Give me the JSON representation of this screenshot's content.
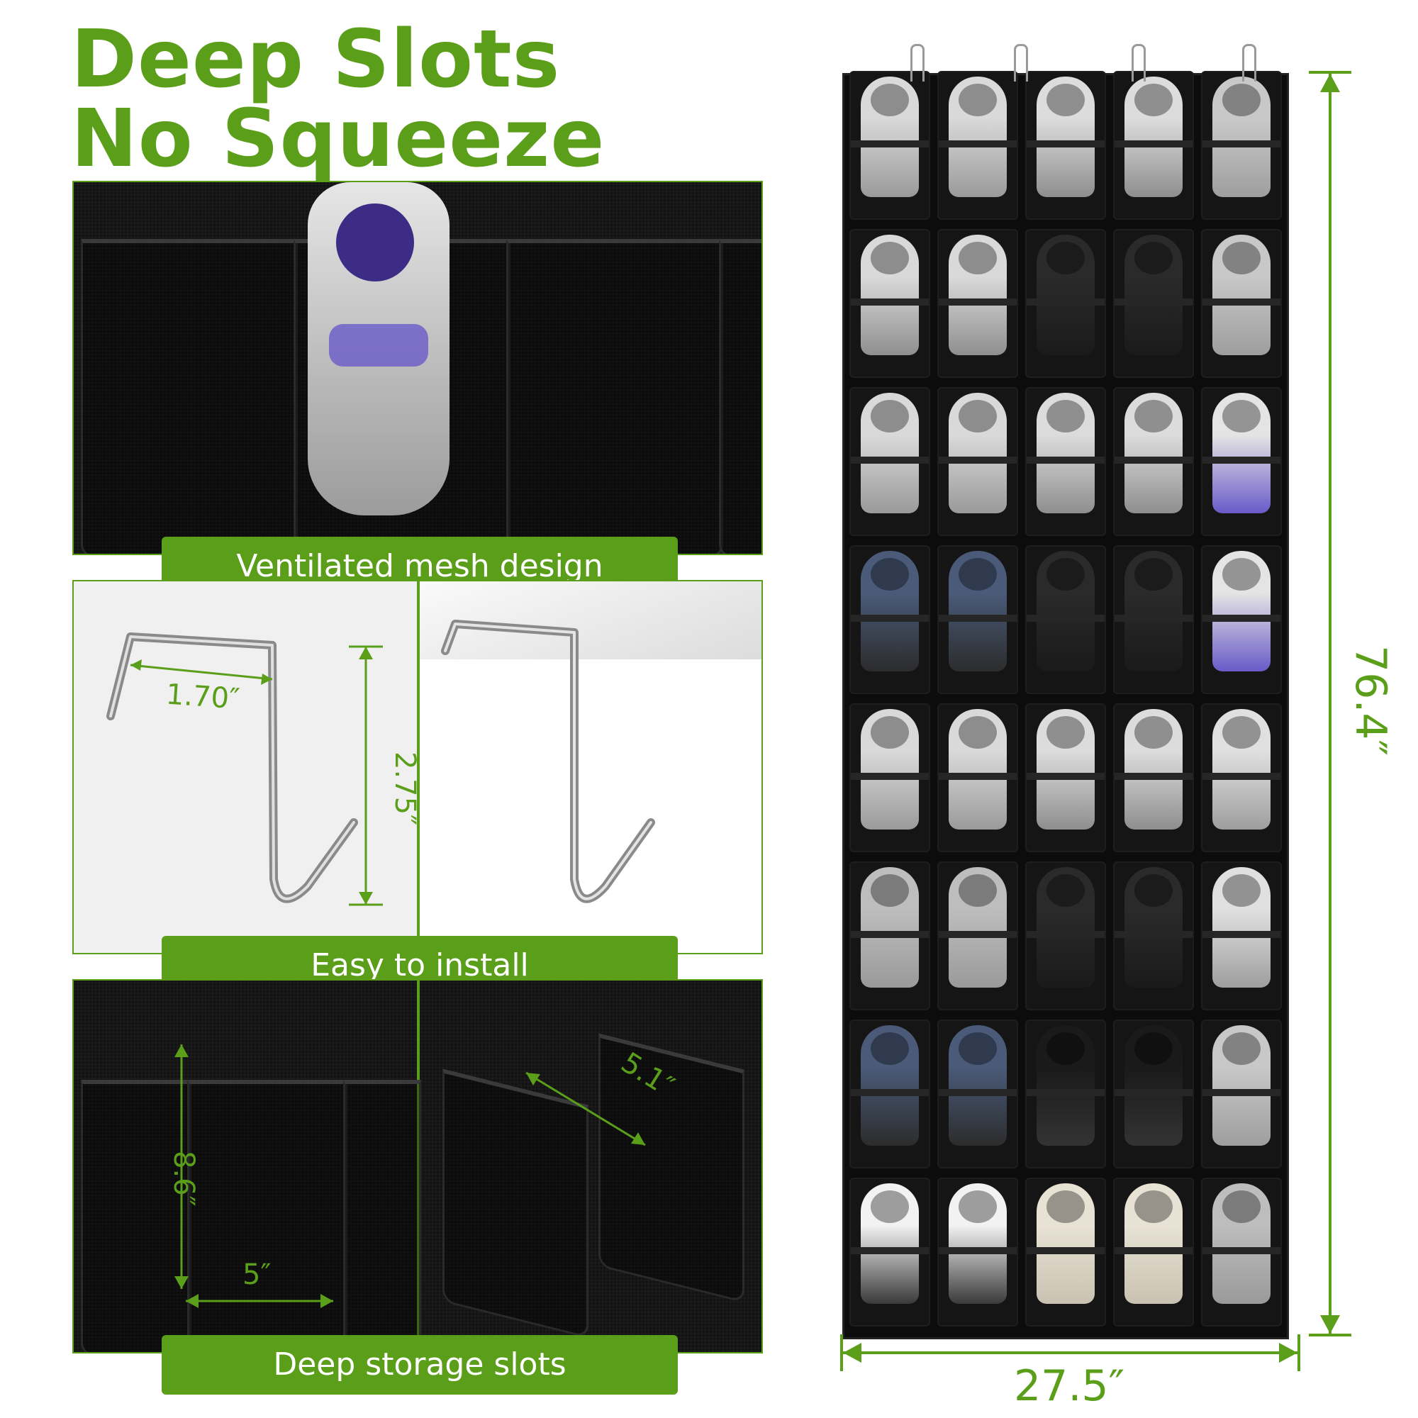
{
  "title": {
    "line1": "Deep Slots",
    "line2": "No Squeeze"
  },
  "panels": {
    "mesh": {
      "label": "Ventilated mesh design"
    },
    "install": {
      "label": "Easy to install",
      "hook_width": "1.70″",
      "hook_height": "2.75″"
    },
    "storage": {
      "label": "Deep storage slots",
      "slot_height": "8.6″",
      "slot_width": "5″",
      "slot_depth": "5.1″"
    }
  },
  "organizer": {
    "height": "76.4″",
    "width": "27.5″"
  },
  "colors": {
    "accent": "#5a9e1a",
    "fabric": "#121212"
  }
}
